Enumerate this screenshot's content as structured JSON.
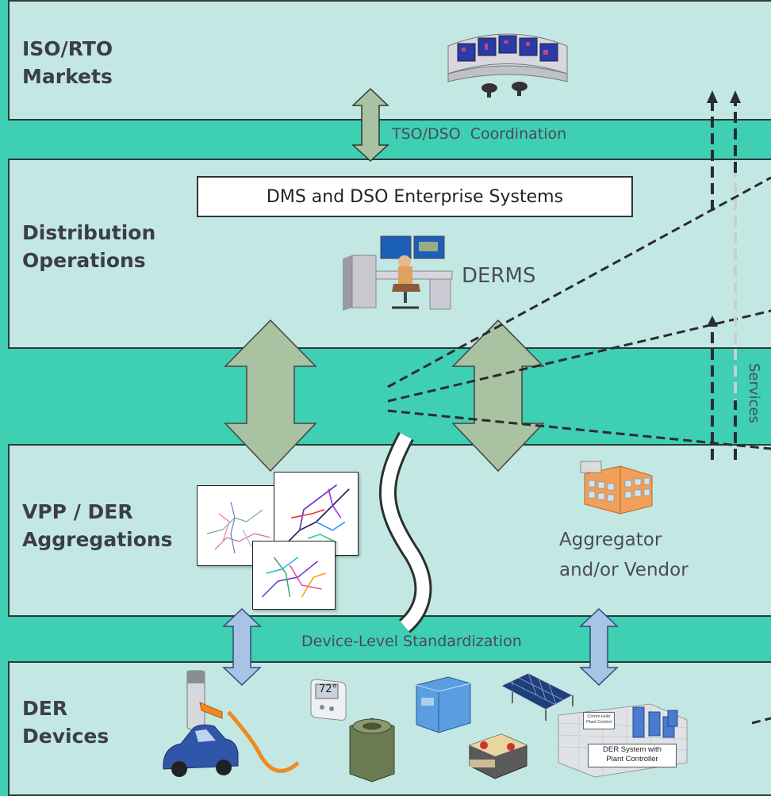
{
  "tiers": {
    "iso": {
      "line1": "ISO/RTO",
      "line2": "Markets"
    },
    "distribution": {
      "line1": "Distribution",
      "line2": "Operations"
    },
    "vpp": {
      "line1": "VPP / DER",
      "line2": "Aggregations"
    },
    "der": {
      "line1": "DER",
      "line2": "Devices"
    }
  },
  "labels": {
    "tso_dso": "TSO/DSO  Coordination",
    "dms": "DMS and DSO Enterprise Systems",
    "derms": "DERMS",
    "services": "Services",
    "aggregator_line1": "Aggregator",
    "aggregator_line2": "and/or Vendor",
    "device_std": "Device-Level Standardization",
    "der_system_line1": "DER System with",
    "der_system_line2": "Plant Controller",
    "comm_hub_line1": "Comm Hub/",
    "comm_hub_line2": "Plant Control",
    "thermostat": "72°"
  },
  "icons": {
    "control_room": "control-room-icon",
    "derms_operator": "operator-workstation-icon",
    "aggregator": "office-building-icon",
    "ev_charger": "ev-charger-icon",
    "ev": "electric-car-icon",
    "thermostat": "thermostat-icon",
    "hvac": "hvac-unit-icon",
    "battery_storage": "battery-cabinet-icon",
    "battery": "battery-icon",
    "solar": "solar-panel-icon",
    "plant": "der-plant-icon"
  },
  "colors": {
    "background": "#3fcfb3",
    "tier_fill": "#c3e8e3",
    "big_arrow": "#a9c2a1",
    "blue_arrow": "#a7c3e6"
  }
}
